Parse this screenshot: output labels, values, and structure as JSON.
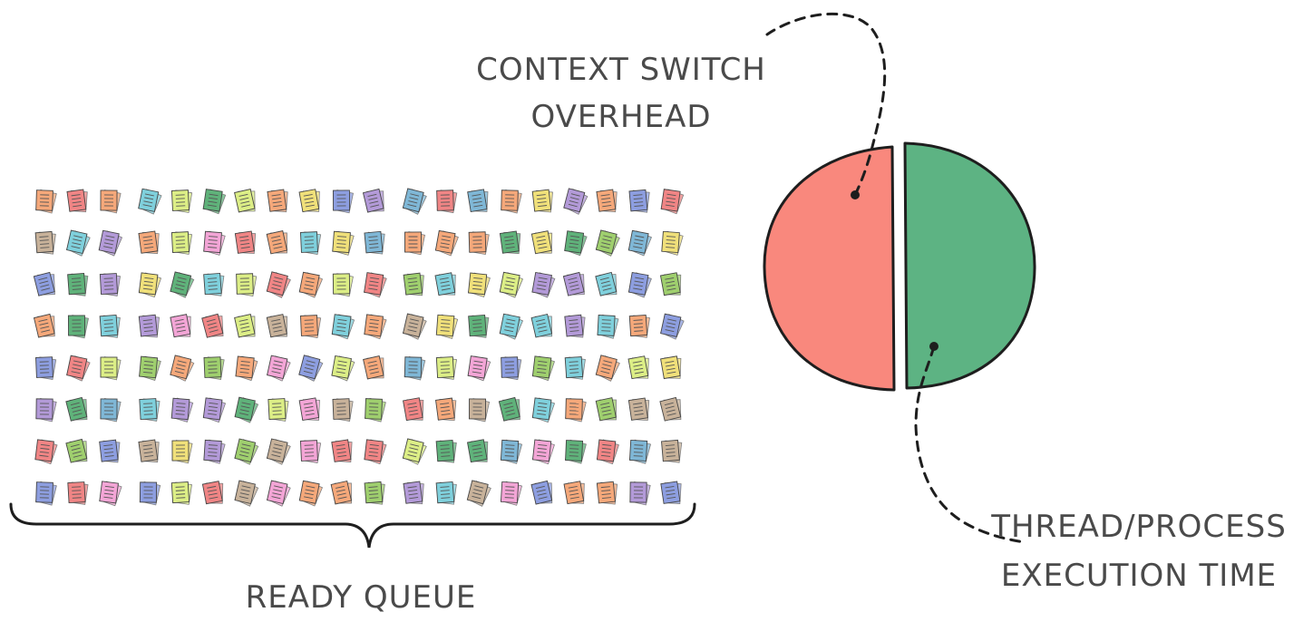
{
  "labels": {
    "context_switch_line1": "CONTEXT SWITCH",
    "context_switch_line2": "OVERHEAD",
    "execution_line1": "THREAD/PROCESS",
    "execution_line2": "EXECUTION TIME",
    "ready_queue": "READY QUEUE"
  },
  "colors": {
    "overhead": "#f9887d",
    "execution": "#5db383",
    "outline": "#1e1e1e",
    "text": "#4a4a4a"
  },
  "queue": {
    "rows": 8,
    "columns": 20,
    "palette": [
      "#7fd0dc",
      "#f08585",
      "#b39ad8",
      "#5fb27a",
      "#c8b29a",
      "#f5a87a",
      "#8d9ee0",
      "#dcee86",
      "#f0e07a",
      "#f3a5d6",
      "#9fcf6e",
      "#7fb7d6"
    ]
  },
  "pie": {
    "overhead_fraction": 0.5,
    "execution_fraction": 0.5
  }
}
